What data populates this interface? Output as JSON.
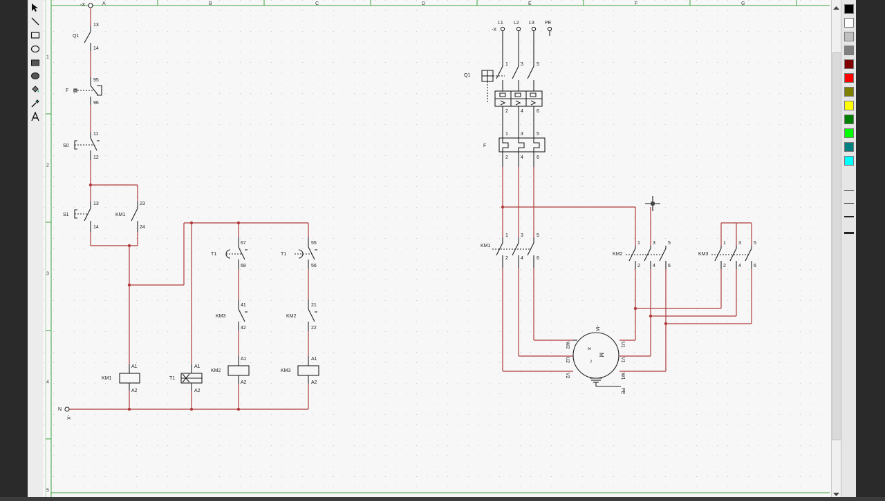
{
  "app": {
    "tools": [
      "arrow-icon",
      "line-icon",
      "rectangle-icon",
      "ellipse-icon",
      "filled-rectangle-icon",
      "filled-ellipse-icon",
      "fill-bucket-icon",
      "eyedropper-icon",
      "text-icon"
    ],
    "palette_colors": [
      "#000000",
      "#ffffff",
      "#c0c0c0",
      "#808080",
      "#800000",
      "#ff0000",
      "#808000",
      "#ffff00",
      "#008000",
      "#00ff00",
      "#008080",
      "#00ffff"
    ],
    "colors": {
      "wire": "#b03a3a",
      "symbol": "#202020",
      "grid_border": "#3aa03a",
      "paper": "#f7f7f7"
    }
  },
  "sheet": {
    "columns": [
      "A",
      "B",
      "C",
      "D",
      "E",
      "F",
      "G"
    ],
    "rows": [
      "1",
      "2",
      "3",
      "4",
      "5"
    ]
  },
  "control": {
    "top_terminal": "-X",
    "bottom_terminal": "N",
    "bottom_terminal_ref": "-X",
    "q1": {
      "label": "Q1",
      "t1": "13",
      "t2": "14"
    },
    "f": {
      "label": "F",
      "t1": "95",
      "t2": "96"
    },
    "s0": {
      "label": "S0",
      "t1": "11",
      "t2": "12"
    },
    "s1": {
      "label": "S1",
      "t1": "13",
      "t2": "14"
    },
    "km1_aux": {
      "label": "KM1",
      "t1": "23",
      "t2": "24"
    },
    "t1_a": {
      "label": "T1",
      "t1": "67",
      "t2": "68"
    },
    "t1_b": {
      "label": "T1",
      "t1": "55",
      "t2": "56"
    },
    "km3_int": {
      "label": "KM3",
      "t1": "41",
      "t2": "42"
    },
    "km2_int": {
      "label": "KM2",
      "t1": "21",
      "t2": "22"
    },
    "coils": [
      {
        "label": "KM1",
        "a1": "A1",
        "a2": "A2"
      },
      {
        "label": "T1",
        "a1": "A1",
        "a2": "A2"
      },
      {
        "label": "KM2",
        "a1": "A1",
        "a2": "A2"
      },
      {
        "label": "KM3",
        "a1": "A1",
        "a2": "A2"
      }
    ]
  },
  "power": {
    "terminals": [
      "L1",
      "L2",
      "L3",
      "PE"
    ],
    "terminal_ref": "-X",
    "q1": {
      "label": "Q1",
      "top": [
        "1",
        "3",
        "5"
      ],
      "bottom": [
        "2",
        "4",
        "6"
      ]
    },
    "f": {
      "label": "F",
      "top": [
        "1",
        "3",
        "5"
      ],
      "bottom": [
        "2",
        "4",
        "6"
      ]
    },
    "km1": {
      "label": "KM1",
      "top": [
        "1",
        "3",
        "5"
      ],
      "bottom": [
        "2",
        "4",
        "6"
      ]
    },
    "km2": {
      "label": "KM2",
      "top": [
        "1",
        "3",
        "5"
      ],
      "bottom": [
        "2",
        "4",
        "6"
      ]
    },
    "km3": {
      "label": "KM3",
      "top": [
        "1",
        "3",
        "5"
      ],
      "bottom": [
        "2",
        "4",
        "6"
      ]
    },
    "motor": {
      "label": "-M",
      "phase": "3",
      "type": "M",
      "ac": "~",
      "windings_left": [
        "W2",
        "U2",
        "V2"
      ],
      "windings_right": [
        "U1",
        "V1",
        "W1"
      ],
      "pe": "PE"
    }
  }
}
